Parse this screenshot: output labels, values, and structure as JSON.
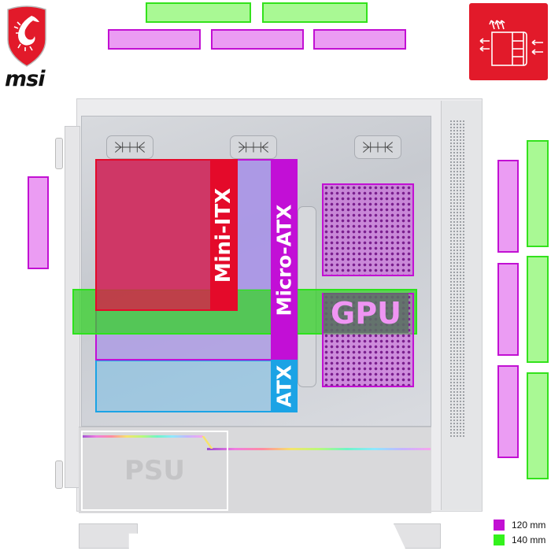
{
  "brand": {
    "logo_text": "msi",
    "logo_color": "#e21a2a"
  },
  "airflow_badge": {
    "icon": "airflow-icon",
    "background": "#e21a2a"
  },
  "fan_slots": {
    "top_140": [
      {
        "id": "top-140-1",
        "size": "140 mm"
      },
      {
        "id": "top-140-2",
        "size": "140 mm"
      }
    ],
    "top_120": [
      {
        "id": "top-120-1",
        "size": "120 mm"
      },
      {
        "id": "top-120-2",
        "size": "120 mm"
      },
      {
        "id": "top-120-3",
        "size": "120 mm"
      }
    ],
    "rear_120": [
      {
        "id": "rear-120-1",
        "size": "120 mm"
      }
    ],
    "front_120": [
      {
        "id": "front-120-1",
        "size": "120 mm"
      },
      {
        "id": "front-120-2",
        "size": "120 mm"
      },
      {
        "id": "front-120-3",
        "size": "120 mm"
      }
    ],
    "front_140": [
      {
        "id": "front-140-1",
        "size": "140 mm"
      },
      {
        "id": "front-140-2",
        "size": "140 mm"
      },
      {
        "id": "front-140-3",
        "size": "140 mm"
      }
    ]
  },
  "motherboard": {
    "mini_itx": "Mini-ITX",
    "micro_atx": "Micro-ATX",
    "atx": "ATX"
  },
  "components": {
    "gpu": "GPU",
    "psu": "PSU"
  },
  "legend": {
    "items": [
      {
        "label": "120 mm",
        "color": "#c210d3"
      },
      {
        "label": "140 mm",
        "color": "#33e21c"
      }
    ]
  },
  "colors": {
    "fan_120_fill": "#eb9cf3",
    "fan_120_border": "#c210d3",
    "fan_140_fill": "#a9f994",
    "fan_140_border": "#33e21c",
    "mini_itx": "#e40a2a",
    "micro_atx": "#c20fd6",
    "atx": "#1ba3e5"
  }
}
